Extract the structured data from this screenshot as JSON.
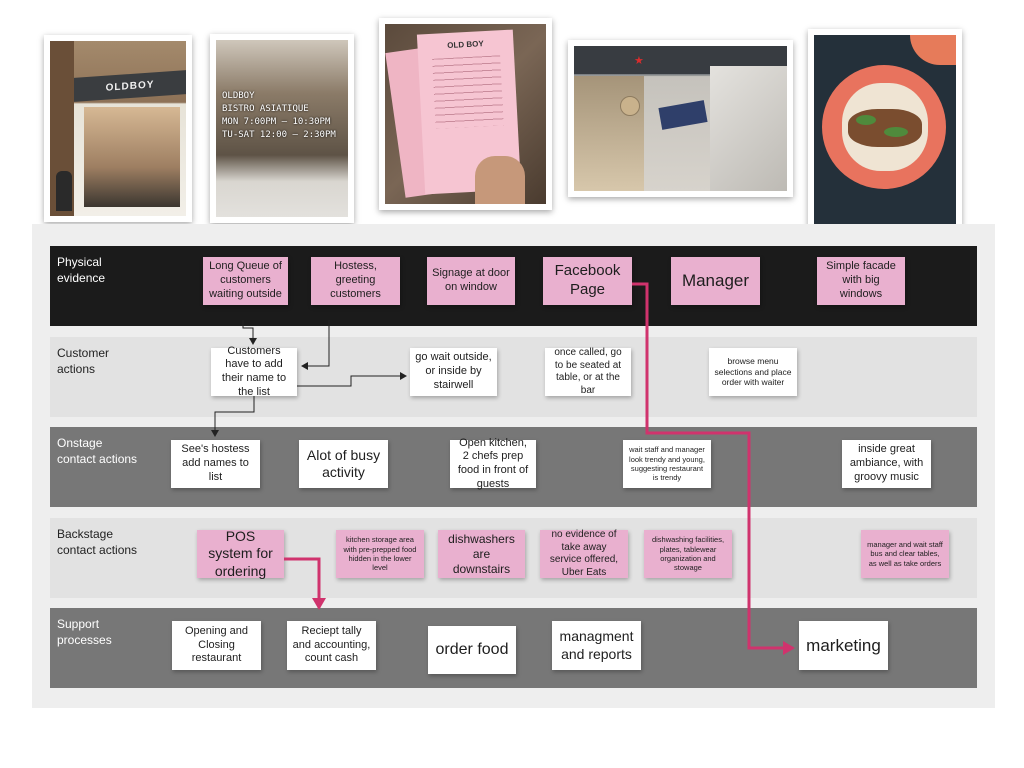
{
  "photos": {
    "storefront_sign": "OLDBOY",
    "window_text": "OLDBOY\nBISTRO ASIATIQUE\nMON 7:00PM — 10:30PM\nTU-SAT 12:00 — 2:30PM",
    "menu_title": "OLD BOY"
  },
  "lanes": [
    {
      "label": "Physical\nevidence"
    },
    {
      "label": "Customer\nactions"
    },
    {
      "label": "Onstage\ncontact actions"
    },
    {
      "label": "Backstage\ncontact actions"
    },
    {
      "label": "Support\nprocesses"
    }
  ],
  "notes": {
    "long_queue": "Long Queue of customers waiting outside",
    "hostess_greeting": "Hostess, greeting customers",
    "signage": "Signage at door on window",
    "facebook_page": "Facebook Page",
    "manager": "Manager",
    "simple_facade": "Simple facade with big windows",
    "add_name": "Customers have to add their name to the list",
    "wait_outside": "go wait outside, or inside by stairwell",
    "seated": "once called, go to be seated at table, or at the bar",
    "browse_menu": "browse menu selections and place order with waiter",
    "hostess_add_names": "See's hostess add names to list",
    "busy_activity": "Alot of busy activity",
    "open_kitchen": "Open kitchen, 2 chefs prep food in front of guests",
    "wait_staff_trendy": "wait staff and manager look trendy and young, suggesting restaurant is trendy",
    "great_ambiance": "inside great ambiance, with groovy music",
    "pos_system": "POS system for ordering",
    "kitchen_storage": "kitchen storage area with pre-prepped food hidden in the lower level",
    "dishwashers": "dishwashers are downstairs",
    "no_takeaway": "no evidence of take away service offered, Uber Eats",
    "dishwashing_facilities": "dishwashing facilities, plates, tablewear organization and stowage",
    "manager_bus_tables": "manager and wait staff bus and clear tables, as well as take orders",
    "opening_closing": "Opening and Closing restaurant",
    "receipt_tally": "Reciept tally and accounting, count cash",
    "order_food": "order food",
    "management_reports": "managment and reports",
    "marketing": "marketing"
  },
  "colors": {
    "dark_lane": "#1b1b1b",
    "grey_lane": "#777777",
    "light_lane": "#e2e2e2",
    "sticky_pink": "#e9b0cf",
    "sticky_white": "#ffffff",
    "highlight_arrow": "#d0336d"
  }
}
